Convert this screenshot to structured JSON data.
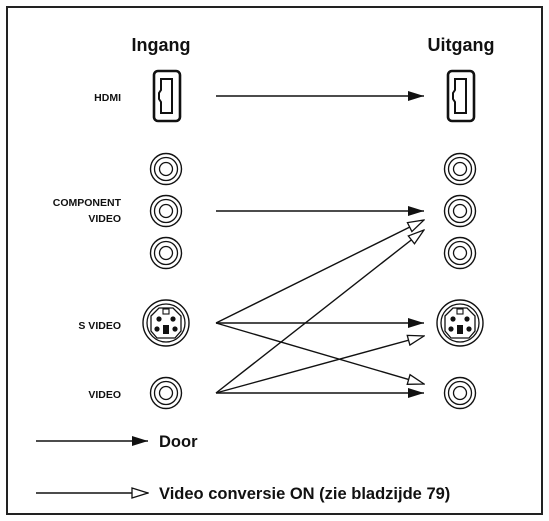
{
  "headers": {
    "input": "Ingang",
    "output": "Uitgang"
  },
  "rows": {
    "hdmi": "HDMI",
    "component_line1": "COMPONENT",
    "component_line2": "VIDEO",
    "svideo": "S VIDEO",
    "video": "VIDEO"
  },
  "legend": {
    "pass_through": "Door",
    "conversion": "Video conversie ON (zie bladzijde 79)"
  },
  "colors": {
    "line": "#111111",
    "frame": "#222222",
    "background": "#ffffff"
  }
}
